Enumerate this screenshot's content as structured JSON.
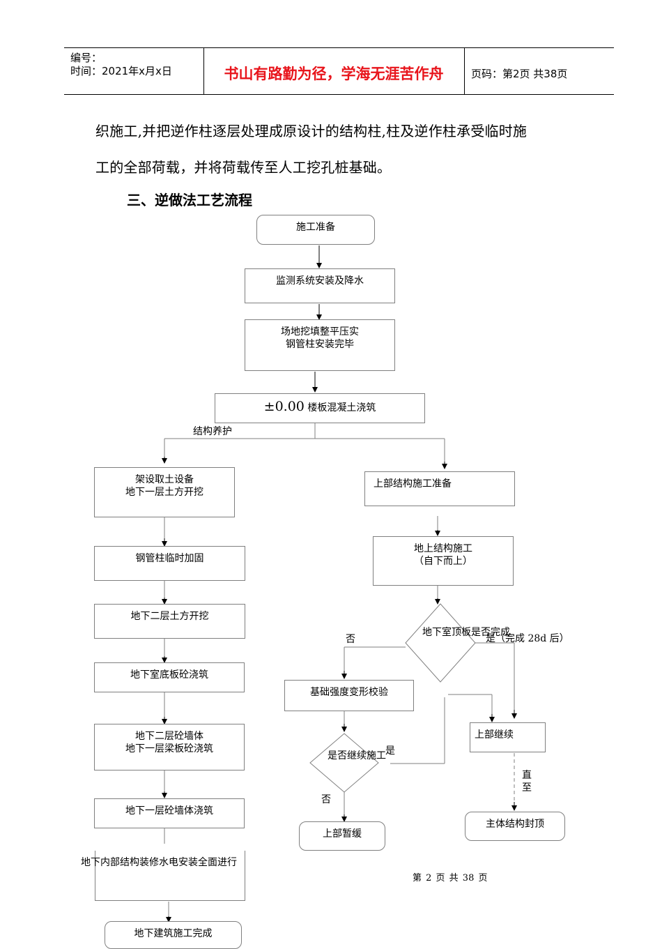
{
  "header": {
    "number_label": "编号：",
    "time_label": "时间：2021年x月x日",
    "motto": "书山有路勤为径，学海无涯苦作舟",
    "page_label": "页码：第2页 共38页"
  },
  "body": {
    "para_line1": "织施工,并把逆作柱逐层处理成原设计的结构柱,柱及逆作柱承受临时施",
    "para_line2": "工的全部荷载，并将荷载传至人工挖孔桩基础。",
    "heading": "三、逆做法工艺流程"
  },
  "flow": {
    "start": "施工准备",
    "monitor": "监测系统安装及降水",
    "site_1": "场地挖填整平压实",
    "site_2": "钢管柱安装完毕",
    "slab_prefix": "±0.00",
    "slab_text": " 楼板混凝土浇筑",
    "cure_label": "结构养护",
    "left_1a": "架设取土设备",
    "left_1b": "地下一层土方开挖",
    "left_2": "钢管柱临时加固",
    "left_3": "地下二层土方开挖",
    "left_4": "地下室底板砼浇筑",
    "left_5a": "地下二层砼墙体",
    "left_5b": "地下一层梁板砼浇筑",
    "left_6": "地下一层砼墙体浇筑",
    "left_7": "地下内部结构装修水电安装全面进行",
    "left_8": "地下建筑施工完成",
    "right_1": "上部结构施工准备",
    "right_2a": "地上结构施工",
    "right_2b": "（自下而上）",
    "decision_1": "地下室顶板是否完成",
    "yes_28d": "是（完成 28d 后）",
    "no_1": "否",
    "check": "基础强度变形校验",
    "decision_2": "是否继续施工",
    "yes_2": "是",
    "no_2": "否",
    "pause": "上部暂缓",
    "continue": "上部继续",
    "until_1": "直",
    "until_2": "至",
    "topping": "主体结构封顶"
  },
  "footer": "第 2 页 共 38 页"
}
